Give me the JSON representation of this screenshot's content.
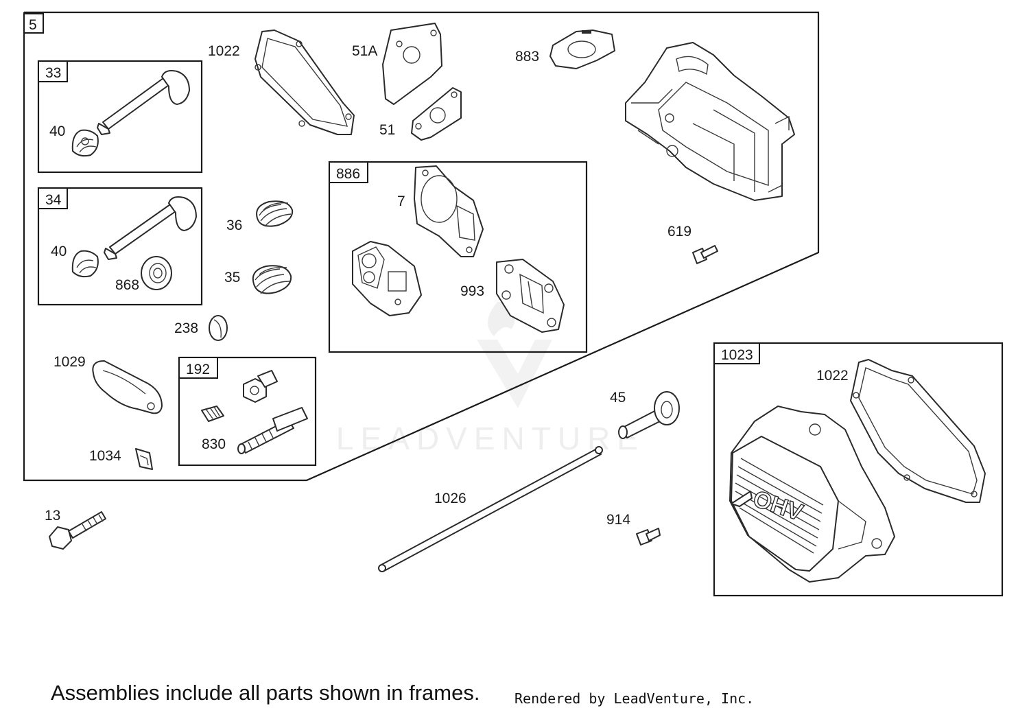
{
  "frames": {
    "f5": "5",
    "f33": "33",
    "f34": "34",
    "f886": "886",
    "f192": "192",
    "f1023": "1023"
  },
  "labels": {
    "p1022a": "1022",
    "p51a": "51A",
    "p883": "883",
    "p51": "51",
    "p40a": "40",
    "p40b": "40",
    "p868": "868",
    "p36": "36",
    "p35": "35",
    "p238": "238",
    "p7": "7",
    "p993": "993",
    "p619": "619",
    "p1029": "1029",
    "p1034": "1034",
    "p830": "830",
    "p45": "45",
    "p1026": "1026",
    "p914": "914",
    "p13": "13",
    "p1022b": "1022"
  },
  "cover_text": "OHV",
  "watermark": "LEADVENTURE",
  "footer": {
    "note": "Assemblies include all parts shown in frames.",
    "credit": "Rendered by LeadVenture, Inc."
  }
}
